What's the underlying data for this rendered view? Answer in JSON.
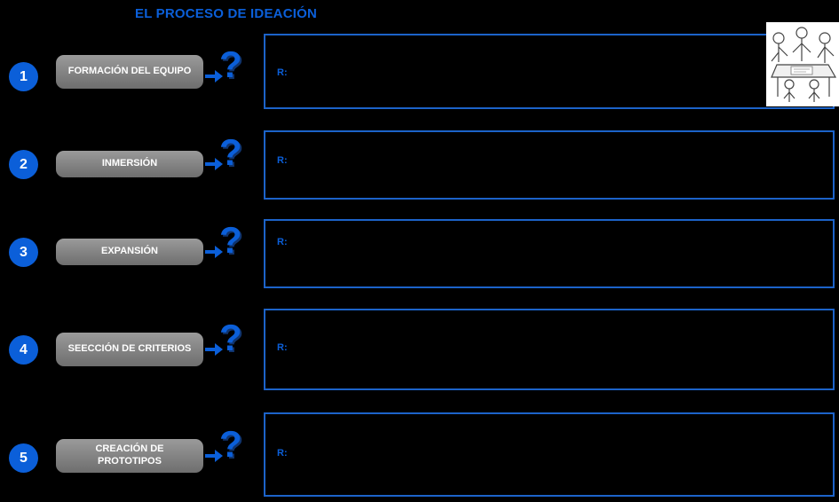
{
  "title": "EL PROCESO DE IDEACIÓN",
  "answer_label": "R:",
  "question_mark": "?",
  "steps": [
    {
      "number": "1",
      "label": "FORMACIÓN DEL EQUIPO"
    },
    {
      "number": "2",
      "label": "INMERSIÓN"
    },
    {
      "number": "3",
      "label": "EXPANSIÓN"
    },
    {
      "number": "4",
      "label": "SEECCIÓN DE CRITERIOS"
    },
    {
      "number": "5",
      "label": "CREACIÓN DE PROTOTIPOS"
    }
  ],
  "colors": {
    "background": "#000000",
    "accent_blue": "#0b5fd9",
    "border_blue": "#1c63c9",
    "box_gray": "#7f7f7f",
    "text_white": "#ffffff"
  },
  "illustration": "people-around-table-clipart"
}
